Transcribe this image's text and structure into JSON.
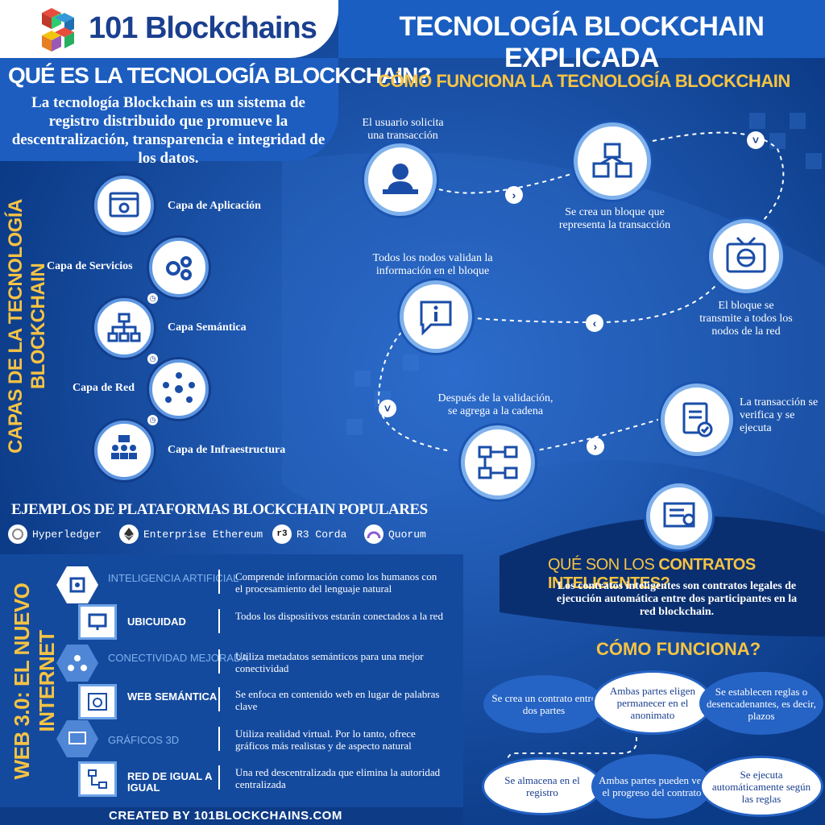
{
  "header": {
    "logo": "101 Blockchains",
    "title": "TECNOLOGÍA BLOCKCHAIN EXPLICADA"
  },
  "intro": {
    "title": "QUÉ ES LA TECNOLOGÍA BLOCKCHAIN?",
    "desc": "La tecnología Blockchain es un sistema de registro distribuido que promueve la descentralización, transparencia e integridad de los datos."
  },
  "how": {
    "title": "CÓMO FUNCIONA LA TECNOLOGÍA BLOCKCHAIN",
    "steps": [
      "El usuario solicita una transacción",
      "Se crea un bloque que representa la transacción",
      "El bloque se transmite a todos los nodos de la red",
      "Todos los nodos validan la información en el bloque",
      "Después de la validación, se agrega a la cadena",
      "La transacción se verifica y se ejecuta"
    ]
  },
  "layers": {
    "title": "CAPAS DE LA TECNOLOGÍA BLOCKCHAIN",
    "items": [
      "Capa de Aplicación",
      "Capa de Servicios",
      "Capa Semántica",
      "Capa de Red",
      "Capa de Infraestructura"
    ]
  },
  "platforms": {
    "title": "EJEMPLOS DE PLATAFORMAS BLOCKCHAIN POPULARES",
    "items": [
      "Hyperledger",
      "Enterprise Ethereum",
      "R3 Corda",
      "Quorum"
    ]
  },
  "web3": {
    "title": "WEB 3.0: EL NUEVO INTERNET",
    "items": [
      {
        "name": "INTELIGENCIA ARTIFICIAL",
        "desc": "Comprende información como los humanos con el procesamiento del lenguaje natural"
      },
      {
        "name": "UBICUIDAD",
        "desc": "Todos los dispositivos estarán conectados a la red"
      },
      {
        "name": "CONECTIVIDAD MEJORADA",
        "desc": "Utiliza metadatos semánticos para una mejor conectividad"
      },
      {
        "name": "WEB SEMÁNTICA",
        "desc": "Se enfoca en contenido web en lugar de palabras clave"
      },
      {
        "name": "GRÁFICOS 3D",
        "desc": "Utiliza realidad virtual. Por lo tanto, ofrece gráficos más realistas y de aspecto natural"
      },
      {
        "name": "RED DE IGUAL A IGUAL",
        "desc": "Una red descentralizada que elimina la autoridad centralizada"
      }
    ]
  },
  "smart": {
    "title_a": "QUÉ SON LOS ",
    "title_b": "CONTRATOS INTELIGENTES?",
    "desc": "Los contratos inteligentes son contratos legales de ejecución automática entre dos participantes en la red blockchain.",
    "how": "CÓMO FUNCIONA?",
    "steps": [
      "Se crea un contrato entre dos partes",
      "Ambas partes eligen permanecer en el anonimato",
      "Se establecen reglas o desencadenantes, es decir, plazos",
      "Se almacena en el registro",
      "Ambas partes pueden ver el progreso del contrato",
      "Se ejecuta automáticamente según las reglas"
    ]
  },
  "footer": "CREATED BY 101BLOCKCHAINS.COM",
  "colors": {
    "bg": "#0b3a86",
    "accent": "#f6c343",
    "panel": "#1c5dbf"
  }
}
